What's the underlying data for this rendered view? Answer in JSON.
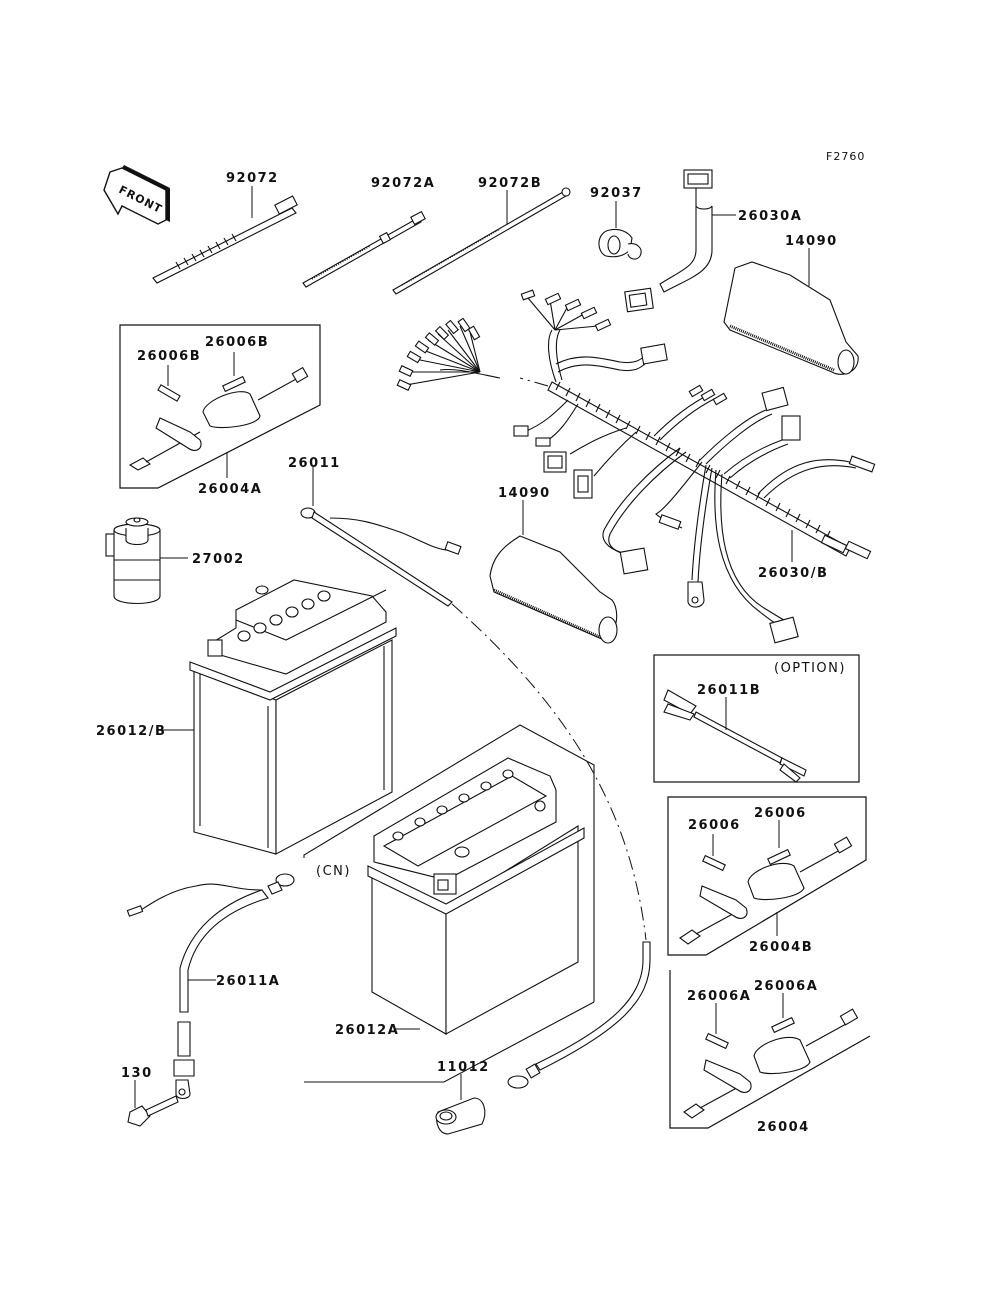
{
  "diagram": {
    "reference_code": "F2760",
    "front_indicator": "FRONT",
    "parts": [
      {
        "id": "p92072",
        "label": "92072",
        "name": "cable tie"
      },
      {
        "id": "p92072A",
        "label": "92072A",
        "name": "cable tie"
      },
      {
        "id": "p92072B",
        "label": "92072B",
        "name": "cable tie"
      },
      {
        "id": "p92037",
        "label": "92037",
        "name": "clamp"
      },
      {
        "id": "p26030A",
        "label": "26030A",
        "name": "sub harness"
      },
      {
        "id": "p14090_top",
        "label": "14090",
        "name": "cover"
      },
      {
        "id": "p26006B_left",
        "label": "26006B",
        "name": "fuse"
      },
      {
        "id": "p26006B_right",
        "label": "26006B",
        "name": "fuse"
      },
      {
        "id": "p26004A",
        "label": "26004A",
        "name": "fuse holder"
      },
      {
        "id": "p26011",
        "label": "26011",
        "name": "lead"
      },
      {
        "id": "p27002",
        "label": "27002",
        "name": "relay"
      },
      {
        "id": "p14090_bottom",
        "label": "14090",
        "name": "cover"
      },
      {
        "id": "p26030B",
        "label": "26030/B",
        "name": "main harness"
      },
      {
        "id": "p26012B",
        "label": "26012/B",
        "name": "battery"
      },
      {
        "id": "p26011B",
        "label": "26011B",
        "name": "lead"
      },
      {
        "id": "p26006_left",
        "label": "26006",
        "name": "fuse"
      },
      {
        "id": "p26006_right",
        "label": "26006",
        "name": "fuse"
      },
      {
        "id": "p26004B",
        "label": "26004B",
        "name": "fuse holder"
      },
      {
        "id": "p26011A",
        "label": "26011A",
        "name": "lead"
      },
      {
        "id": "p26012A",
        "label": "26012A",
        "name": "battery"
      },
      {
        "id": "p26006A_left",
        "label": "26006A",
        "name": "fuse"
      },
      {
        "id": "p26006A_right",
        "label": "26006A",
        "name": "fuse"
      },
      {
        "id": "p130",
        "label": "130",
        "name": "bolt"
      },
      {
        "id": "p11012",
        "label": "11012",
        "name": "cap"
      },
      {
        "id": "p26004",
        "label": "26004",
        "name": "fuse holder"
      }
    ],
    "annotations": {
      "option": "(OPTION)",
      "cn": "(CN)"
    }
  }
}
